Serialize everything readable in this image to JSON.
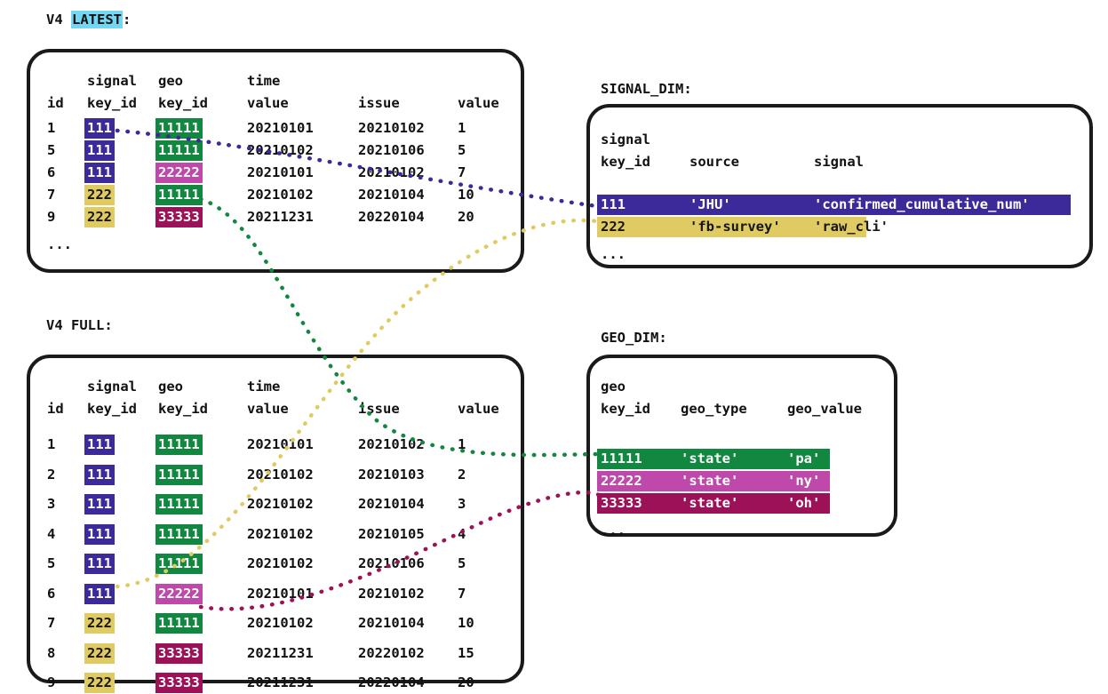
{
  "page": {
    "title_latest": "V4 ",
    "title_latest_hl": "LATEST",
    "title_latest_colon": ":",
    "title_full": "V4 FULL:",
    "title_signal_dim": "SIGNAL_DIM:",
    "title_geo_dim": "GEO_DIM:",
    "ellipsis": "..."
  },
  "colors": {
    "purple": "#3C2A9B",
    "yellow": "#E0CB62",
    "green": "#11873F",
    "magenta": "#BE49AA",
    "maroon": "#9C1157",
    "cyan_highlight": "#72D7F2",
    "outline": "#1a1a1a",
    "text": "#111111"
  },
  "fact_table_headers": {
    "line1": [
      "",
      "signal",
      "geo",
      "time",
      "",
      ""
    ],
    "line2": [
      "id",
      "key_id",
      "key_id",
      "value",
      "issue",
      "value"
    ]
  },
  "v4_latest": {
    "label": "V4 LATEST",
    "rows": [
      {
        "id": "1",
        "signal_key_id": "111",
        "signal_color": "purple",
        "geo_key_id": "11111",
        "geo_color": "green",
        "time_value": "20210101",
        "issue": "20210102",
        "value": "1"
      },
      {
        "id": "5",
        "signal_key_id": "111",
        "signal_color": "purple",
        "geo_key_id": "11111",
        "geo_color": "green",
        "time_value": "20210102",
        "issue": "20210106",
        "value": "5"
      },
      {
        "id": "6",
        "signal_key_id": "111",
        "signal_color": "purple",
        "geo_key_id": "22222",
        "geo_color": "magenta",
        "time_value": "20210101",
        "issue": "20210102",
        "value": "7"
      },
      {
        "id": "7",
        "signal_key_id": "222",
        "signal_color": "yellow",
        "geo_key_id": "11111",
        "geo_color": "green",
        "time_value": "20210102",
        "issue": "20210104",
        "value": "10"
      },
      {
        "id": "9",
        "signal_key_id": "222",
        "signal_color": "yellow",
        "geo_key_id": "33333",
        "geo_color": "maroon",
        "time_value": "20211231",
        "issue": "20220104",
        "value": "20"
      }
    ]
  },
  "v4_full": {
    "label": "V4 FULL",
    "rows": [
      {
        "id": "1",
        "signal_key_id": "111",
        "signal_color": "purple",
        "geo_key_id": "11111",
        "geo_color": "green",
        "time_value": "20210101",
        "issue": "20210102",
        "value": "1"
      },
      {
        "id": "2",
        "signal_key_id": "111",
        "signal_color": "purple",
        "geo_key_id": "11111",
        "geo_color": "green",
        "time_value": "20210102",
        "issue": "20210103",
        "value": "2"
      },
      {
        "id": "3",
        "signal_key_id": "111",
        "signal_color": "purple",
        "geo_key_id": "11111",
        "geo_color": "green",
        "time_value": "20210102",
        "issue": "20210104",
        "value": "3"
      },
      {
        "id": "4",
        "signal_key_id": "111",
        "signal_color": "purple",
        "geo_key_id": "11111",
        "geo_color": "green",
        "time_value": "20210102",
        "issue": "20210105",
        "value": "4"
      },
      {
        "id": "5",
        "signal_key_id": "111",
        "signal_color": "purple",
        "geo_key_id": "11111",
        "geo_color": "green",
        "time_value": "20210102",
        "issue": "20210106",
        "value": "5"
      },
      {
        "id": "6",
        "signal_key_id": "111",
        "signal_color": "purple",
        "geo_key_id": "22222",
        "geo_color": "magenta",
        "time_value": "20210101",
        "issue": "20210102",
        "value": "7"
      },
      {
        "id": "7",
        "signal_key_id": "222",
        "signal_color": "yellow",
        "geo_key_id": "11111",
        "geo_color": "green",
        "time_value": "20210102",
        "issue": "20210104",
        "value": "10"
      },
      {
        "id": "8",
        "signal_key_id": "222",
        "signal_color": "yellow",
        "geo_key_id": "33333",
        "geo_color": "maroon",
        "time_value": "20211231",
        "issue": "20220102",
        "value": "15"
      },
      {
        "id": "9",
        "signal_key_id": "222",
        "signal_color": "yellow",
        "geo_key_id": "33333",
        "geo_color": "maroon",
        "time_value": "20211231",
        "issue": "20220104",
        "value": "20"
      }
    ]
  },
  "signal_dim": {
    "label": "SIGNAL_DIM",
    "headers": {
      "line1": [
        "signal",
        "",
        ""
      ],
      "line2": [
        "key_id",
        "source",
        "signal"
      ]
    },
    "rows": [
      {
        "key_id": "111",
        "source": "'JHU'",
        "signal": "'confirmed_cumulative_num'",
        "color": "purple"
      },
      {
        "key_id": "222",
        "source": "'fb-survey'",
        "signal": "'raw_cli'",
        "color": "yellow"
      }
    ]
  },
  "geo_dim": {
    "label": "GEO_DIM",
    "headers": {
      "line1": [
        "geo",
        "",
        ""
      ],
      "line2": [
        "key_id",
        "geo_type",
        "geo_value"
      ]
    },
    "rows": [
      {
        "key_id": "11111",
        "geo_type": "'state'",
        "geo_value": "'pa'",
        "color": "green"
      },
      {
        "key_id": "22222",
        "geo_type": "'state'",
        "geo_value": "'ny'",
        "color": "magenta"
      },
      {
        "key_id": "33333",
        "geo_type": "'state'",
        "geo_value": "'oh'",
        "color": "maroon"
      }
    ]
  },
  "connectors": [
    {
      "name": "latest-signal-111-to-signal-dim-111",
      "color": "#3C2A9B"
    },
    {
      "name": "latest-geo-11111-to-geo-dim-11111",
      "color": "#11873F"
    },
    {
      "name": "full-signal-222-to-signal-dim-222",
      "color": "#E0CB62"
    },
    {
      "name": "full-geo-33333-to-geo-dim-33333",
      "color": "#9C1157"
    }
  ]
}
